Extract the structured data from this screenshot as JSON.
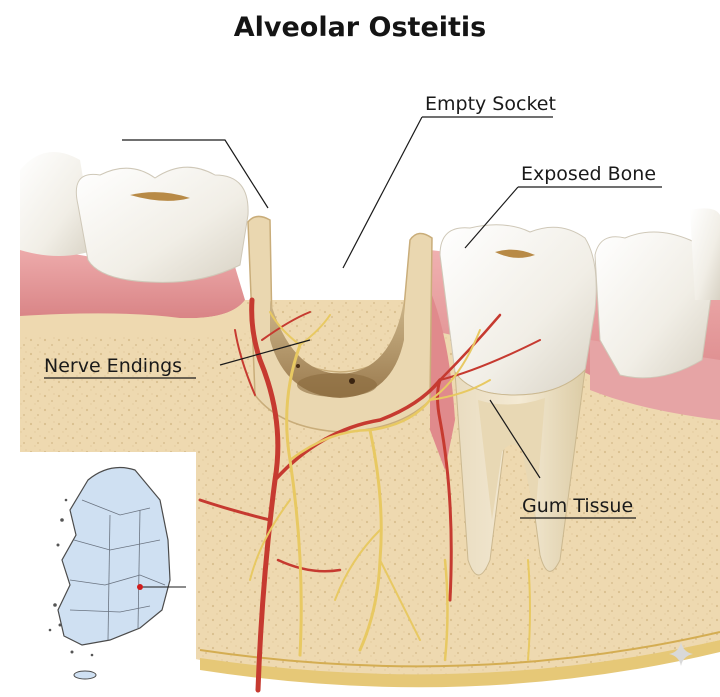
{
  "title": "Alveolar Osteitis",
  "labels": {
    "empty_socket": "Empty Socket",
    "exposed_bone": "Exposed Bone",
    "nerve_endings": "Nerve Endings",
    "gum_tissue": "Gum Tissue"
  },
  "colors": {
    "bone": "#efdcb5",
    "gum": "#e49a9c",
    "enamel": "#f4f1ea",
    "nerve": "#e8c962",
    "vessel": "#c63a30",
    "map_land": "#cfe0f2",
    "map_marker": "#d01c1c"
  },
  "icons": {
    "watermark": "sparkle-icon"
  }
}
